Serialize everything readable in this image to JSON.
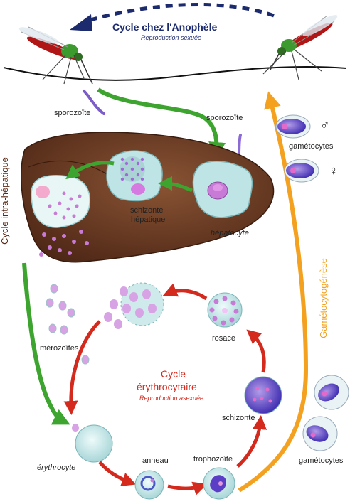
{
  "colors": {
    "mosquito_cycle": "#1c2a6e",
    "liver_cycle": "#3da52f",
    "blood_cycle": "#d42a1e",
    "gametocytogenesis": "#f4a11f",
    "liver": "#6b3a24",
    "parasite": "#c77ad6",
    "cell": "#cfeff0"
  },
  "labels": {
    "mosquito_title": "Cycle chez l'Anophèle",
    "mosquito_subtitle": "Reproduction sexuée",
    "liver_cycle": "Cycle intra-hépatique",
    "sporozoite_left": "sporozoïte",
    "sporozoite_right": "sporozoïte",
    "schizonte_hep_1": "schizonte",
    "schizonte_hep_2": "hépatique",
    "hepatocyte": "hépatocyte",
    "gametocytes_top": "gamétocytes",
    "male_symbol": "♂",
    "female_symbol": "♀",
    "gametocytogenese": "Gamétocytogénèse",
    "merozoites": "mérozoïtes",
    "rosace": "rosace",
    "blood_cycle_1": "Cycle",
    "blood_cycle_2": "érythrocytaire",
    "blood_subtitle": "Reproduction asexuée",
    "schizonte": "schizonte",
    "gametocytes_bottom": "gamétocytes",
    "erythrocyte": "érythrocyte",
    "anneau": "anneau",
    "trophozoite": "trophozoïte"
  }
}
